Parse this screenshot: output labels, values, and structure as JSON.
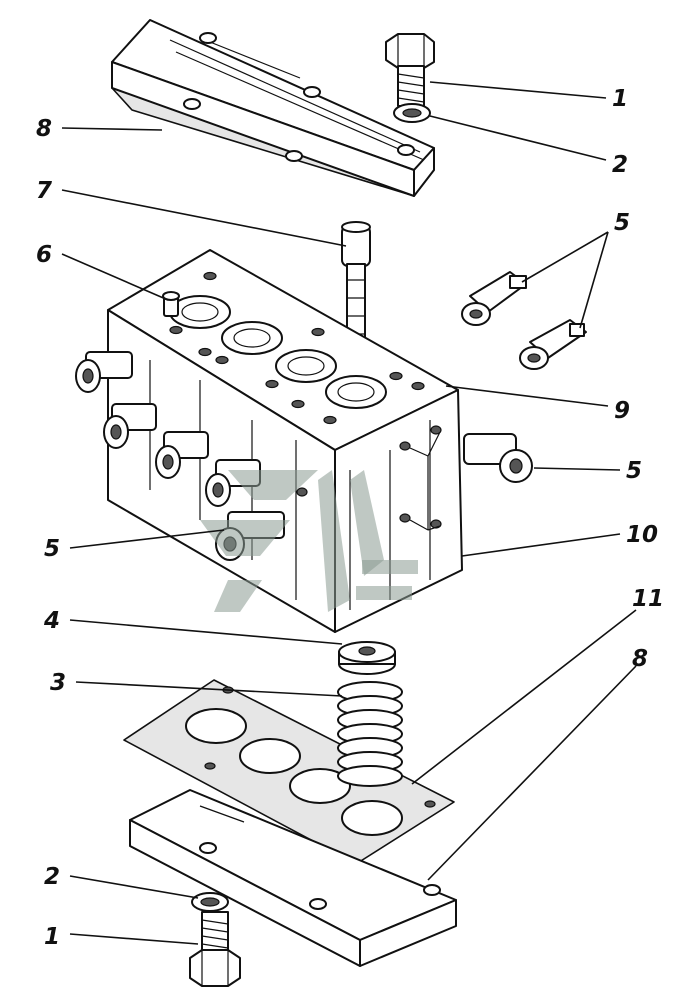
{
  "callouts": [
    {
      "id": "c-1-top",
      "text": "1"
    },
    {
      "id": "c-2-top",
      "text": "2"
    },
    {
      "id": "c-8-top",
      "text": "8"
    },
    {
      "id": "c-7",
      "text": "7"
    },
    {
      "id": "c-6",
      "text": "6"
    },
    {
      "id": "c-5-right-top",
      "text": "5"
    },
    {
      "id": "c-9",
      "text": "9"
    },
    {
      "id": "c-5-right",
      "text": "5"
    },
    {
      "id": "c-5-left",
      "text": "5"
    },
    {
      "id": "c-10",
      "text": "10"
    },
    {
      "id": "c-4",
      "text": "4"
    },
    {
      "id": "c-11",
      "text": "11"
    },
    {
      "id": "c-3",
      "text": "3"
    },
    {
      "id": "c-8-bottom",
      "text": "8"
    },
    {
      "id": "c-2-bottom",
      "text": "2"
    },
    {
      "id": "c-1-bottom",
      "text": "1"
    }
  ],
  "colors": {
    "ink": "#111111",
    "paper": "#ffffff",
    "watermark": "#8a9a92"
  }
}
